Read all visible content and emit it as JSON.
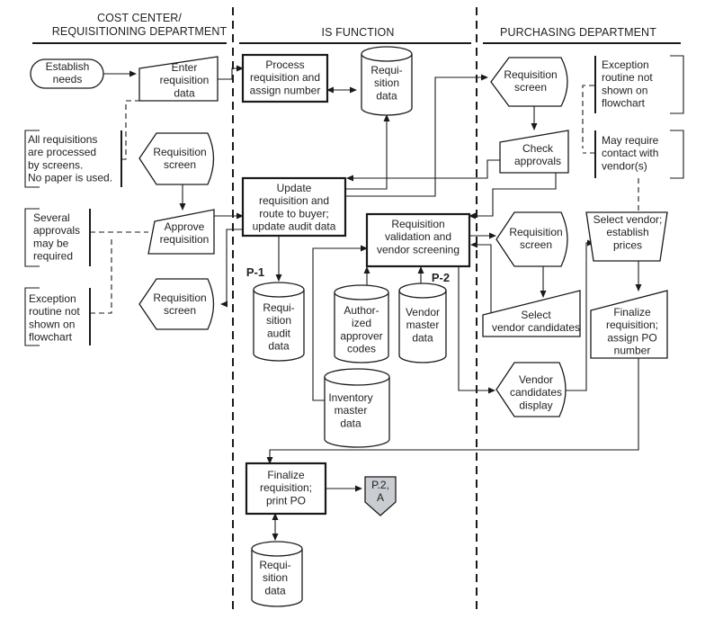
{
  "lanes": [
    {
      "id": "cost",
      "label": [
        "COST CENTER/",
        "REQUISITIONING DEPARTMENT"
      ]
    },
    {
      "id": "is",
      "label": [
        "IS FUNCTION"
      ]
    },
    {
      "id": "purch",
      "label": [
        "PURCHASING DEPARTMENT"
      ]
    }
  ],
  "nodes": {
    "establish": {
      "label": [
        "Establish",
        "needs"
      ]
    },
    "enter": {
      "label": [
        "Enter",
        "requisition",
        "data"
      ]
    },
    "note_all": {
      "label": [
        "All requisitions",
        "are processed",
        "by screens.",
        "No paper is used."
      ]
    },
    "req_screen_1": {
      "label": [
        "Requisition",
        "screen"
      ]
    },
    "note_several": {
      "label": [
        "Several",
        "approvals",
        "may be",
        "required"
      ]
    },
    "approve": {
      "label": [
        "Approve",
        "requisition"
      ]
    },
    "note_exception_1": {
      "label": [
        "Exception",
        "routine not",
        "shown on",
        "flowchart"
      ]
    },
    "req_screen_2": {
      "label": [
        "Requisition",
        "screen"
      ]
    },
    "process": {
      "label": [
        "Process",
        "requisition and",
        "assign number"
      ]
    },
    "req_data_1": {
      "label": [
        "Requi-",
        "sition",
        "data"
      ]
    },
    "update": {
      "label": [
        "Update",
        "requisition and",
        "route to buyer;",
        "update audit data"
      ]
    },
    "p1": {
      "label": [
        "P-1"
      ]
    },
    "audit": {
      "label": [
        "Requi-",
        "sition",
        "audit",
        "data"
      ]
    },
    "validate": {
      "label": [
        "Requisition",
        "validation and",
        "vendor screening"
      ]
    },
    "p2": {
      "label": [
        "P-2"
      ]
    },
    "approver_codes": {
      "label": [
        "Author-",
        "ized",
        "approver",
        "codes"
      ]
    },
    "vendor_master": {
      "label": [
        "Vendor",
        "master",
        "data"
      ]
    },
    "inventory": {
      "label": [
        "Inventory",
        "master",
        "data"
      ]
    },
    "finalize_print": {
      "label": [
        "Finalize",
        "requisition;",
        "print PO"
      ]
    },
    "offpage": {
      "label": [
        "P.2,",
        "A"
      ]
    },
    "req_data_2": {
      "label": [
        "Requi-",
        "sition",
        "data"
      ]
    },
    "req_screen_3": {
      "label": [
        "Requisition",
        "screen"
      ]
    },
    "note_exception_2": {
      "label": [
        "Exception",
        "routine not",
        "shown on",
        "flowchart"
      ]
    },
    "check": {
      "label": [
        "Check",
        "approvals"
      ]
    },
    "note_vendor": {
      "label": [
        "May require",
        "contact with",
        "vendor(s)"
      ]
    },
    "req_screen_4": {
      "label": [
        "Requisition",
        "screen"
      ]
    },
    "select_vendor": {
      "label": [
        "Select vendor;",
        "establish",
        "prices"
      ]
    },
    "select_candidates": {
      "label": [
        "Select",
        "vendor candidates"
      ]
    },
    "finalize_assign": {
      "label": [
        "Finalize",
        "requisition;",
        "assign PO",
        "number"
      ]
    },
    "vc_display": {
      "label": [
        "Vendor",
        "candidates",
        "display"
      ]
    }
  }
}
